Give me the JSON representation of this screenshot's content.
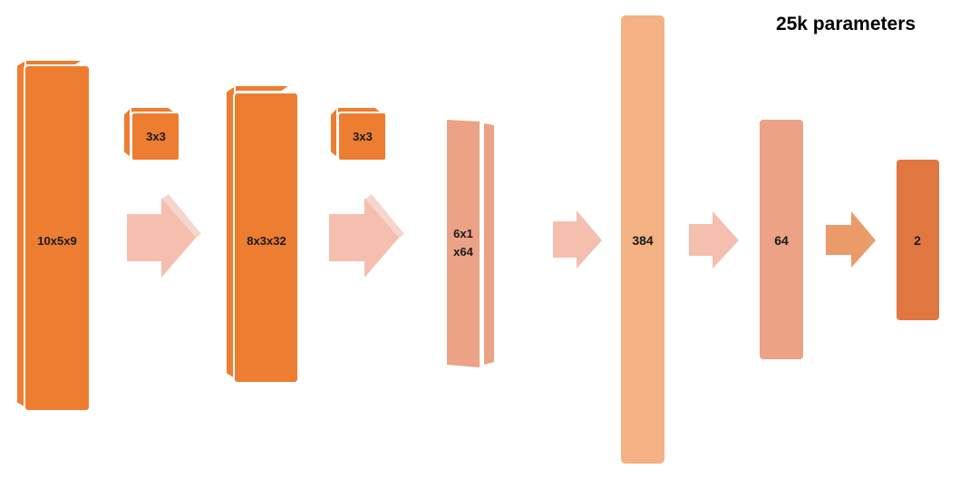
{
  "title": "25k  parameters",
  "layers": [
    {
      "id": "input",
      "label": "10x5x9"
    },
    {
      "id": "conv1",
      "label": "8x3x32"
    },
    {
      "id": "conv2",
      "label_line1": "6x1",
      "label_line2": "x64"
    },
    {
      "id": "dense1",
      "label": "384"
    },
    {
      "id": "dense2",
      "label": "64"
    },
    {
      "id": "output",
      "label": "2"
    }
  ],
  "kernels": [
    {
      "id": "kernel1",
      "label": "3x3"
    },
    {
      "id": "kernel2",
      "label": "3x3"
    }
  ],
  "colors": {
    "orange": "#ED7D31",
    "orange_dark": "#E07740",
    "salmon": "#EBA285",
    "peach": "#F4B183",
    "arrow_light": "#F4BFAE",
    "arrow_mid": "#EB9A6A"
  }
}
